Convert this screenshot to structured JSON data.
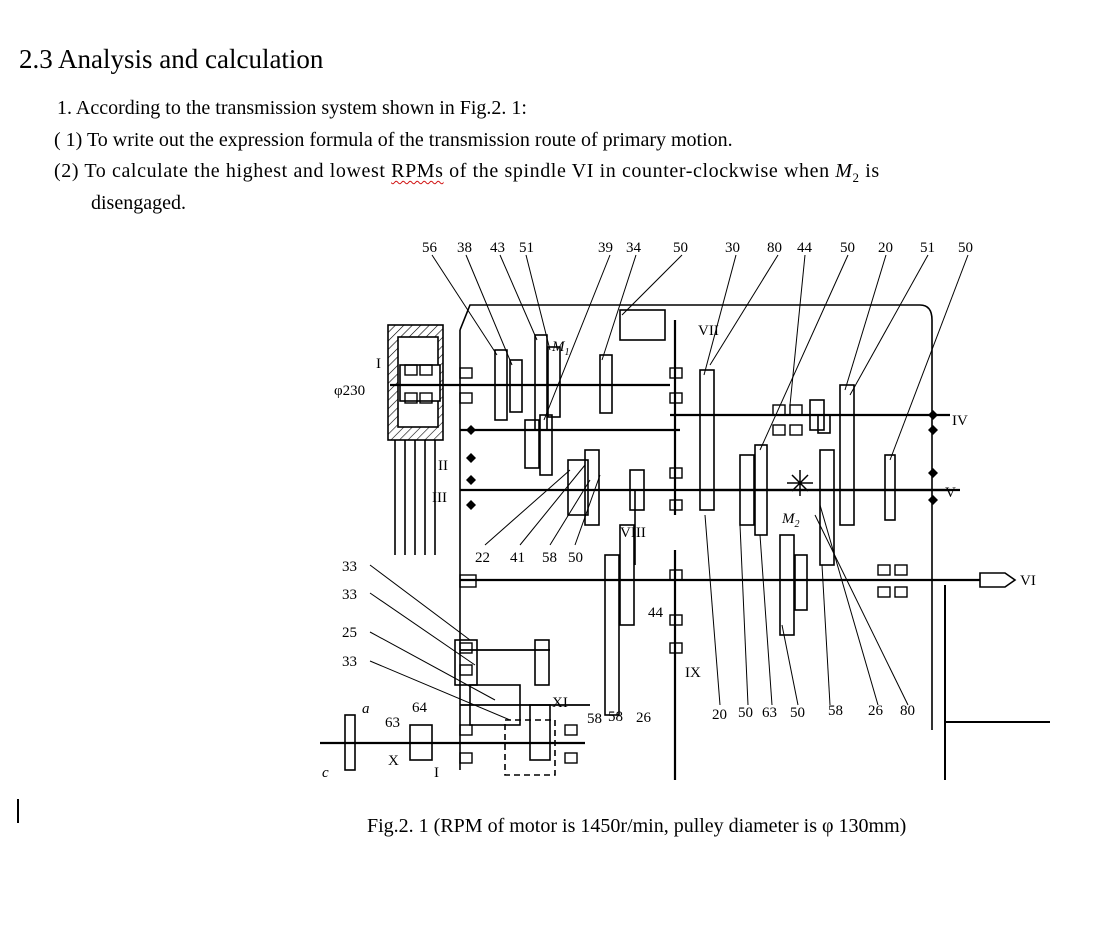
{
  "heading": "2.3 Analysis and calculation",
  "item1": "1.   According to the transmission system shown in Fig.2. 1:",
  "item1_1": "( 1) To write out the expression formula of the transmission route of primary motion.",
  "item1_2_before": "(2) To calculate the highest and lowest ",
  "item1_2_flagged": "RPMs",
  "item1_2_middle": " of the spindle VI in counter-clockwise when ",
  "item1_2_var": "M",
  "item1_2_sub": "2",
  "item1_2_after": " is",
  "item1_2_cont": "disengaged.",
  "caption": "Fig.2. 1 (RPM of motor is 1450r/min, pulley diameter is   φ 130mm)",
  "diagram": {
    "top_labels": [
      "56",
      "38",
      "43",
      "51",
      "39",
      "34",
      "50",
      "30",
      "80",
      "44",
      "50",
      "20",
      "51",
      "50"
    ],
    "mid_labels": [
      "22",
      "41",
      "58",
      "50"
    ],
    "left_labels": [
      "33",
      "33",
      "25",
      "33"
    ],
    "bottom_labels": [
      "64",
      "63",
      "58",
      "58",
      "26",
      "20",
      "50",
      "63",
      "50",
      "58",
      "26",
      "80"
    ],
    "labels_44": "44",
    "pulley": "φ230",
    "shaft_I": "I",
    "shaft_II": "II",
    "shaft_III": "III",
    "shaft_IV": "IV",
    "shaft_V": "V",
    "shaft_VI": "VI",
    "shaft_VII": "VII",
    "shaft_VIII": "VIII",
    "shaft_IX": "IX",
    "shaft_X": "X",
    "shaft_XI": "XI",
    "shaft_I_low": "I",
    "m1": "M",
    "m1_sub": "1",
    "m2": "M",
    "m2_sub": "2",
    "a": "a",
    "c": "c"
  }
}
